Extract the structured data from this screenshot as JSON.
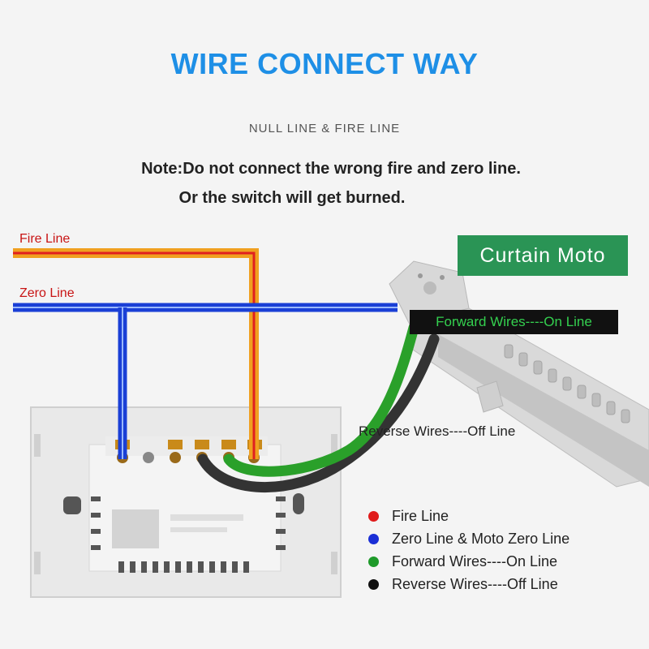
{
  "title": "WIRE CONNECT WAY",
  "subtitle": "NULL LINE & FIRE LINE",
  "note_line1": "Note:Do not connect the wrong fire and zero line.",
  "note_line2": "Or the switch will get burned.",
  "labels": {
    "fire_line": "Fire Line",
    "zero_line": "Zero Line",
    "curtain_moto": "Curtain Moto",
    "forward_wires": "Forward Wires----On Line",
    "reverse_wires": "Reverse Wires----Off Line"
  },
  "legend": [
    {
      "label": "Fire Line",
      "color": "#e01b1b"
    },
    {
      "label": "Zero Line & Moto Zero Line",
      "color": "#1a2fd6"
    },
    {
      "label": "Forward Wires----On Line",
      "color": "#1e9a2a"
    },
    {
      "label": "Reverse Wires----Off Line",
      "color": "#111111"
    }
  ],
  "colors": {
    "title": "#1e8fe6",
    "fire_wire": "#f0a020",
    "fire_core": "#e02020",
    "zero_wire": "#1a3fd6",
    "forward_wire": "#2aa02a",
    "reverse_wire": "#333333",
    "moto_box": "#2a9455"
  }
}
